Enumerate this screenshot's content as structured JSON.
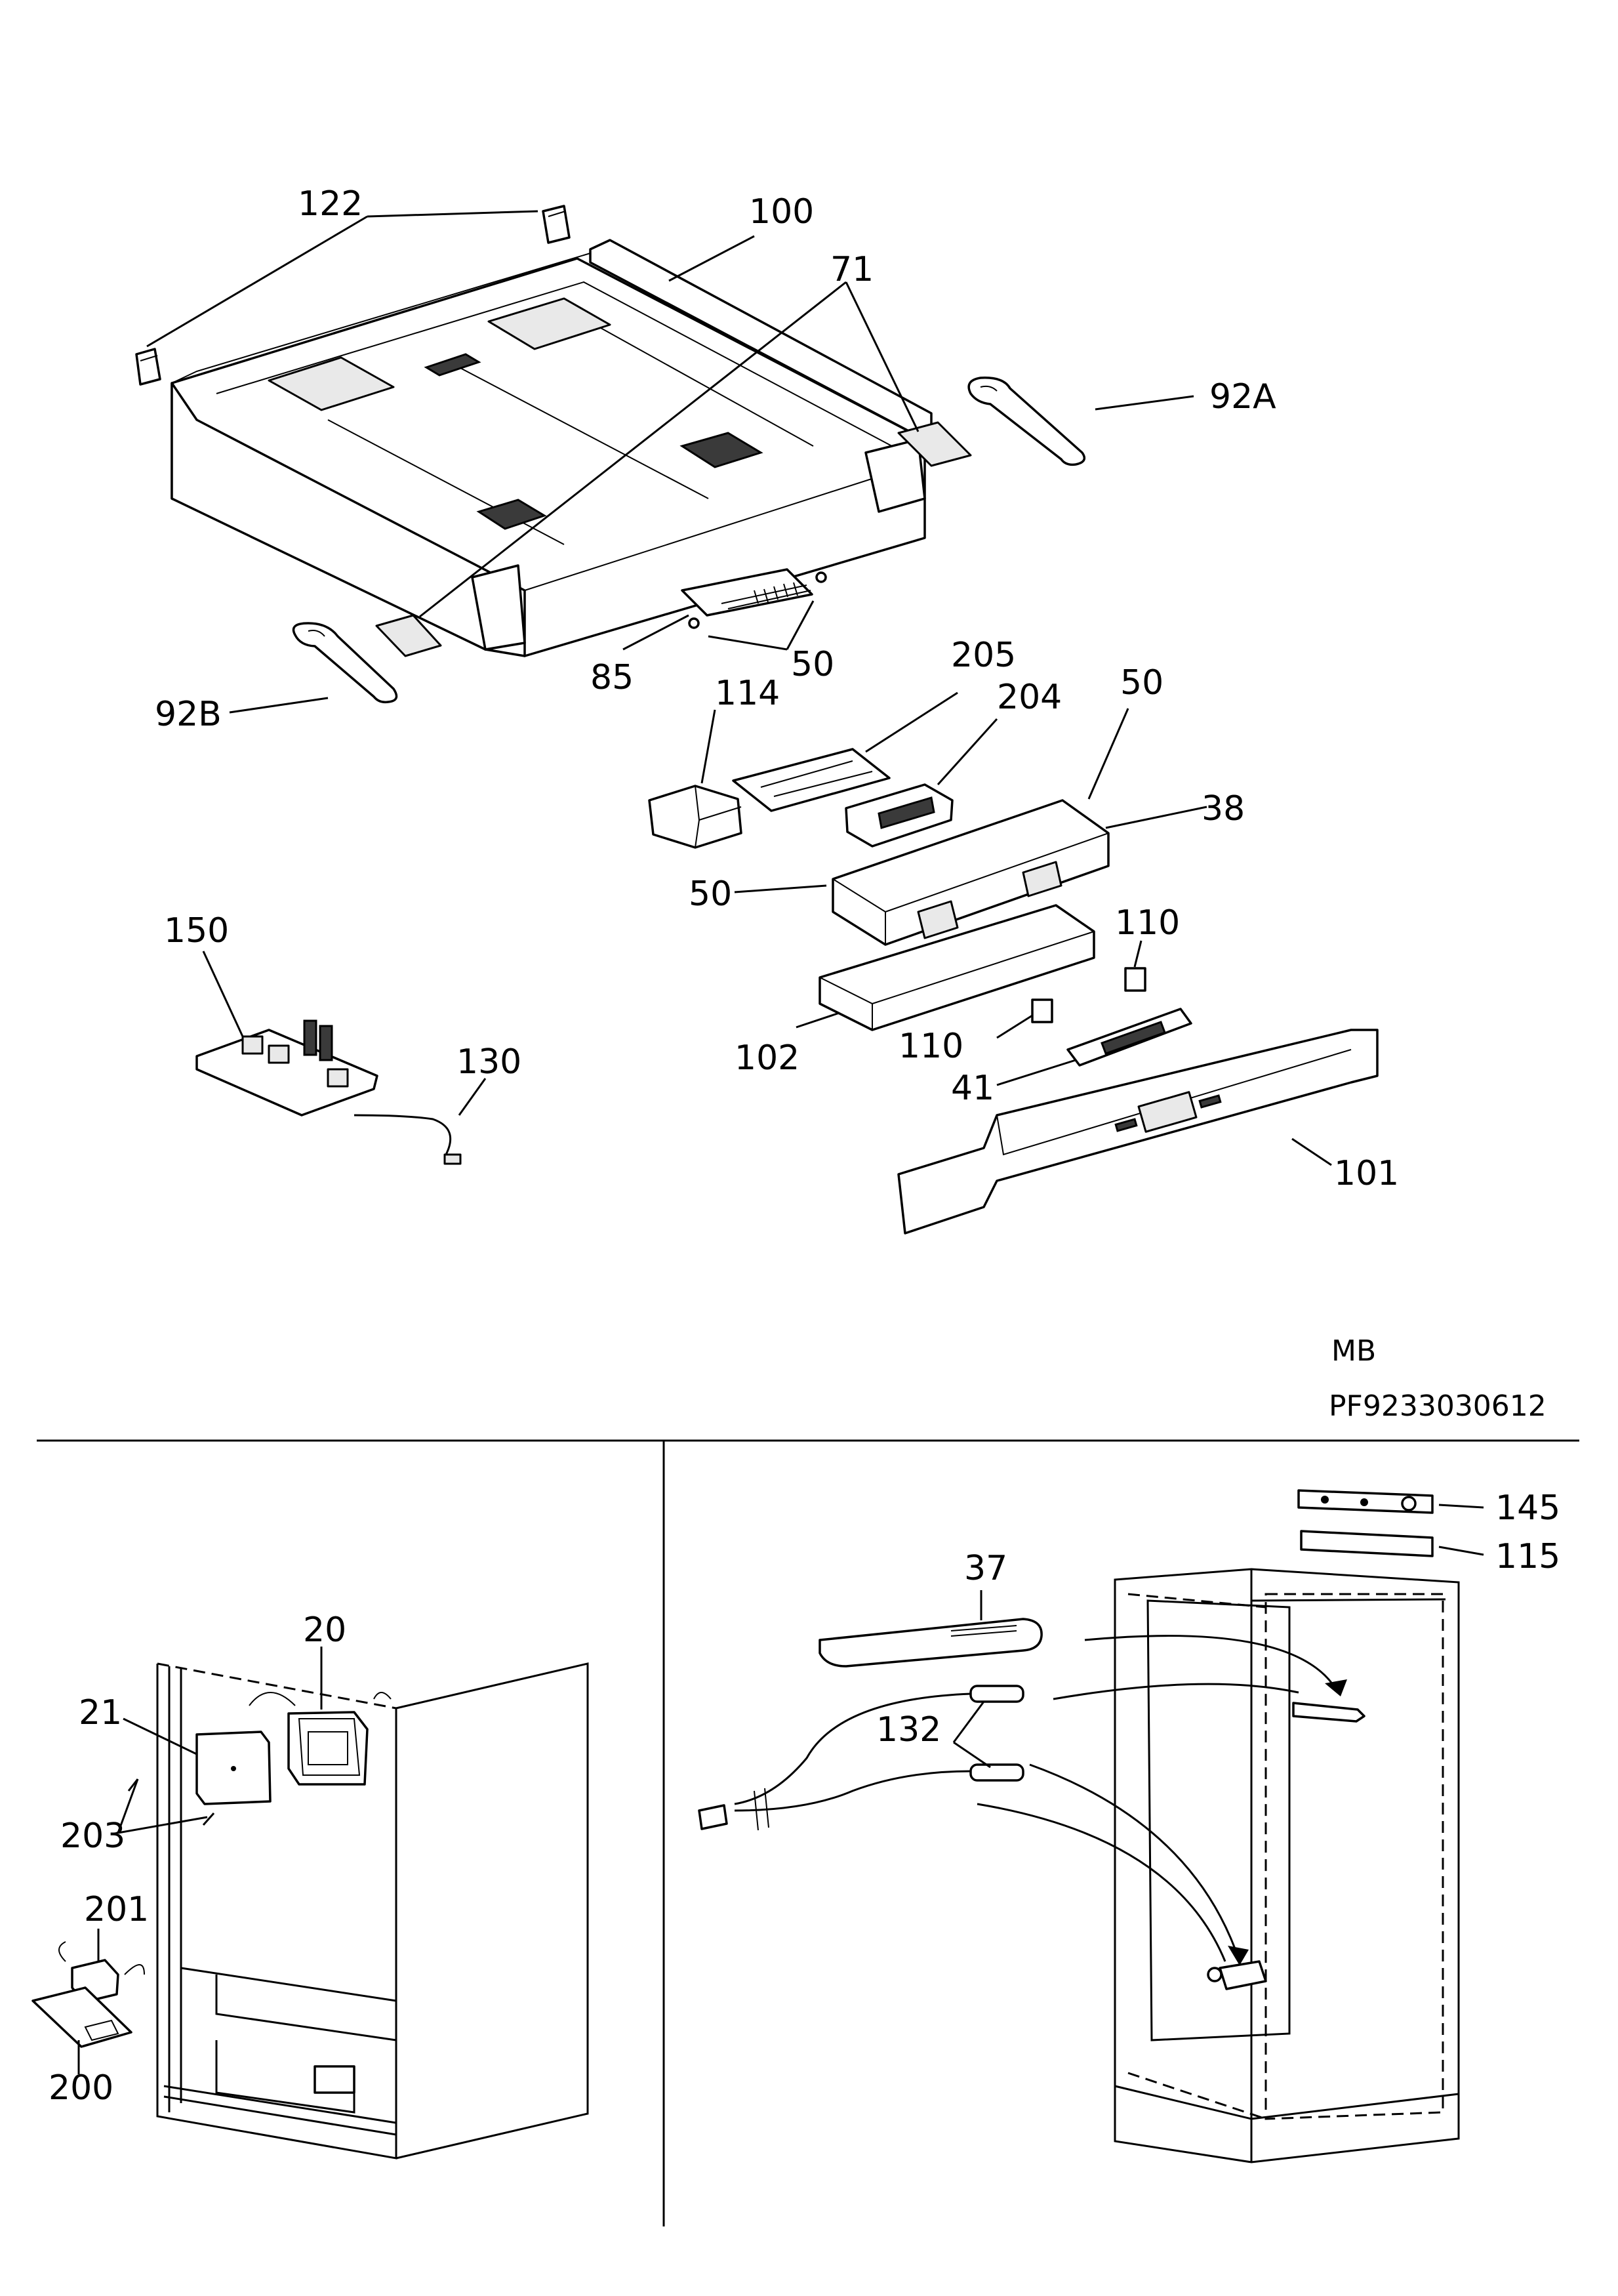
{
  "labels": {
    "p122": "122",
    "p100": "100",
    "p71": "71",
    "p92A": "92A",
    "p92B": "92B",
    "p85": "85",
    "p50a": "50",
    "p205": "205",
    "p114": "114",
    "p204": "204",
    "p50b": "50",
    "p38": "38",
    "p50c": "50",
    "p150": "150",
    "p110a": "110",
    "p130": "130",
    "p102": "102",
    "p110b": "110",
    "p41": "41",
    "p101": "101",
    "p20": "20",
    "p21": "21",
    "p203": "203",
    "p201": "201",
    "p200": "200",
    "p37": "37",
    "p132": "132",
    "p145": "145",
    "p115": "115"
  },
  "footer": {
    "model_code": "MB",
    "part_number": "PF9233030612"
  }
}
